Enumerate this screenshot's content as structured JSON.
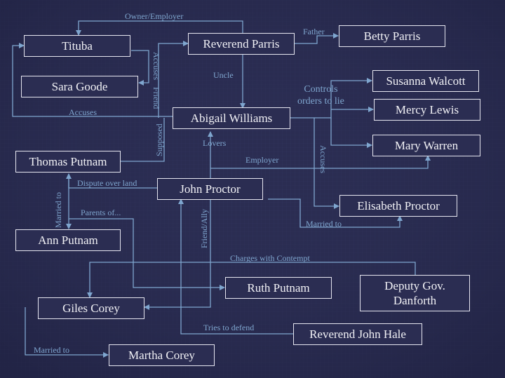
{
  "colors": {
    "background": "#2b2d52",
    "box_border": "#e6e6f0",
    "box_text": "#f2f2f6",
    "connector": "#7fa6cf"
  },
  "nodes": {
    "tituba": "Tituba",
    "reverend_parris": "Reverend Parris",
    "betty_parris": "Betty Parris",
    "sara_goode": "Sara Goode",
    "susanna_walcott": "Susanna Walcott",
    "abigail_williams": "Abigail Williams",
    "mercy_lewis": "Mercy Lewis",
    "mary_warren": "Mary Warren",
    "thomas_putnam": "Thomas Putnam",
    "john_proctor": "John Proctor",
    "elisabeth_proctor": "Elisabeth Proctor",
    "ann_putnam": "Ann Putnam",
    "ruth_putnam": "Ruth Putnam",
    "deputy_gov_danforth": "Deputy Gov.\nDanforth",
    "giles_corey": "Giles Corey",
    "reverend_john_hale": "Reverend John Hale",
    "martha_corey": "Martha Corey"
  },
  "labels": {
    "owner_employer": "Owner/Employer",
    "father": "Father",
    "accuses_tituba": "Accuses",
    "friend": "Friend",
    "uncle": "Uncle",
    "controls": "Controls\norders to lie",
    "accuses_abigail": "Accuses",
    "supposed_friend": "Supposed",
    "lovers": "Lovers",
    "employer": "Employer",
    "accuses_girls": "Accuses",
    "dispute": "Dispute over land",
    "married_to_putnam": "Married to",
    "parents_of": "Parents of...",
    "married_to_proctor": "Married to",
    "friend_ally": "Friend/Ally",
    "charges": "Charges with Contempt",
    "tries_to_defend": "Tries to defend",
    "married_to_corey": "Married to"
  }
}
